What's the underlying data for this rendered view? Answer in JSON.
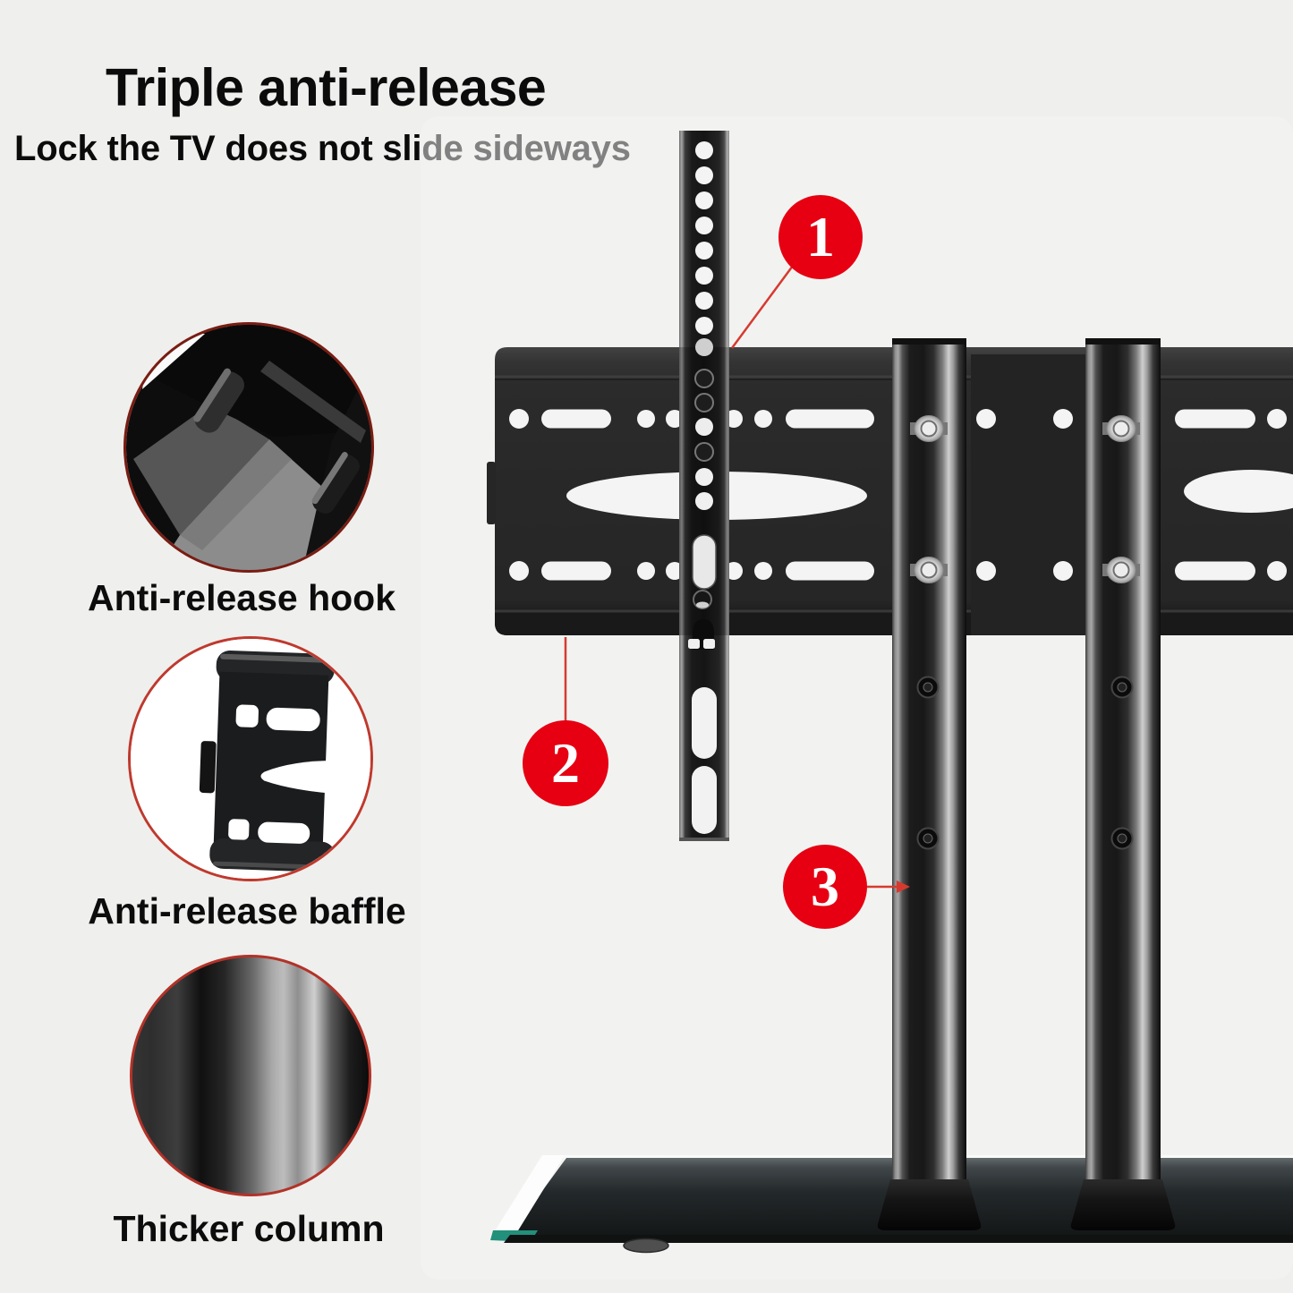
{
  "header": {
    "title": "Triple anti-release",
    "subtitle": "Lock the TV does not slide sideways"
  },
  "features": [
    {
      "label": "Anti-release hook",
      "icon": "hook-closeup-photo"
    },
    {
      "label": "Anti-release baffle",
      "icon": "baffle-closeup-photo"
    },
    {
      "label": "Thicker column",
      "icon": "column-closeup-photo"
    }
  ],
  "annotations": [
    {
      "number": "1"
    },
    {
      "number": "2"
    },
    {
      "number": "3"
    }
  ],
  "colors": {
    "accent_red": "#e60012",
    "annotation_line": "#d63a2f",
    "background": "#efefed"
  }
}
